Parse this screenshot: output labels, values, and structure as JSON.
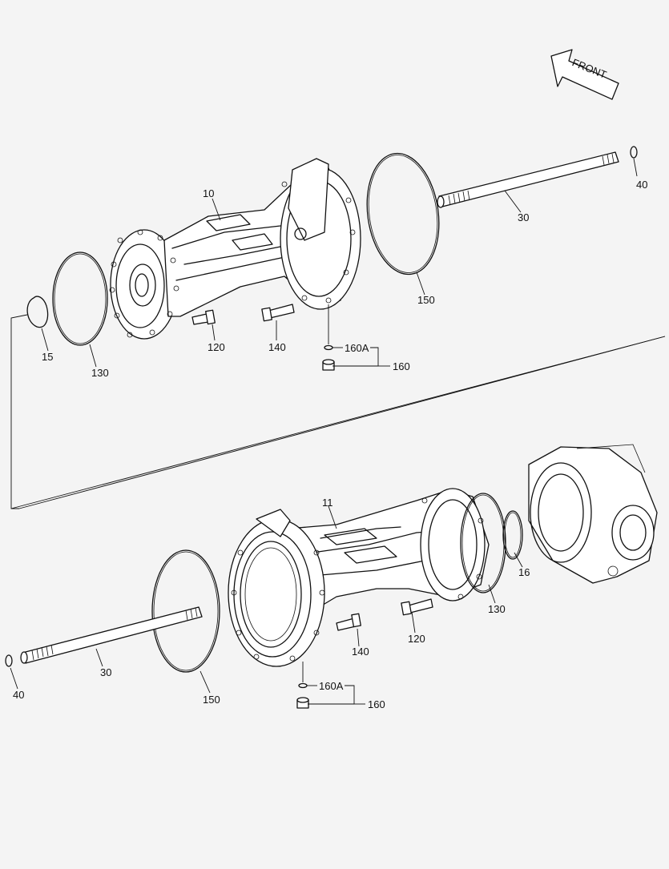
{
  "front_label": "FRONT",
  "callouts": {
    "c10": "10",
    "c11": "11",
    "c15": "15",
    "c16": "16",
    "c30_top": "30",
    "c30_bottom": "30",
    "c40_top": "40",
    "c40_bottom": "40",
    "c120_top": "120",
    "c120_bottom": "120",
    "c130_top": "130",
    "c130_bottom": "130",
    "c140_top": "140",
    "c140_bottom": "140",
    "c150_top": "150",
    "c150_bottom": "150",
    "c160A_top": "160A",
    "c160A_bottom": "160A",
    "c160_top": "160",
    "c160_bottom": "160"
  }
}
